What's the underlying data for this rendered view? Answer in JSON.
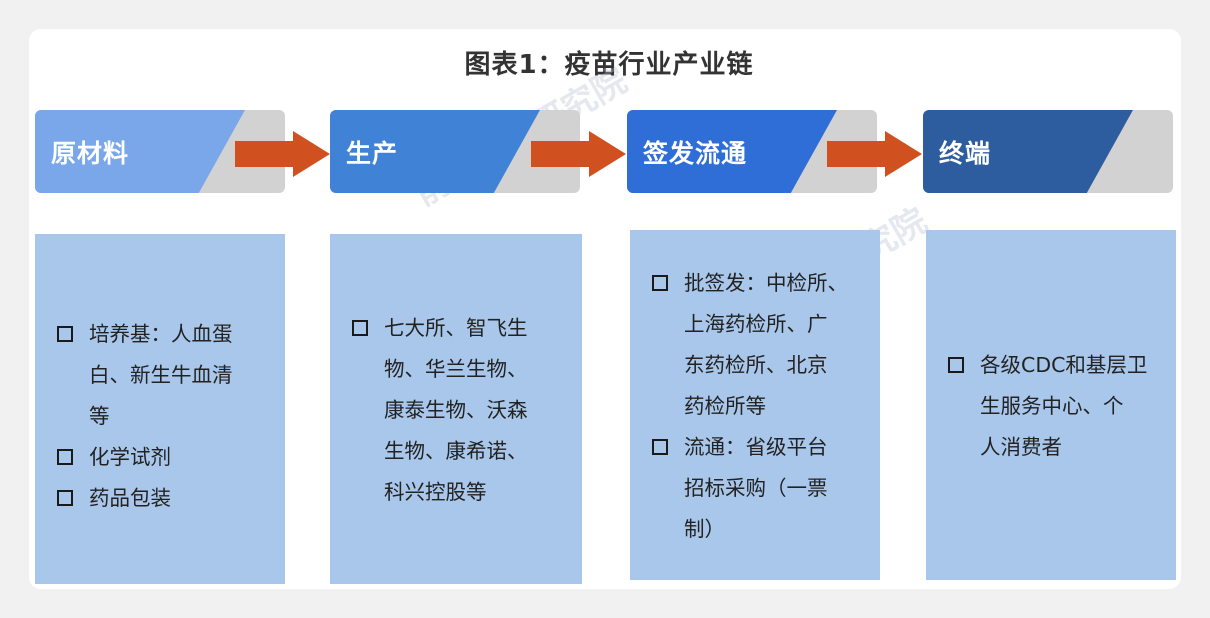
{
  "title": "图表1：疫苗行业产业链",
  "watermark": "前瞻产业研究院",
  "stages": [
    {
      "label": "原材料",
      "color": "#7aa6ea",
      "items": [
        [
          "培养基：人血蛋",
          "白、新生牛血清",
          "等"
        ],
        [
          "化学试剂"
        ],
        [
          "药品包装"
        ]
      ]
    },
    {
      "label": "生产",
      "color": "#3f82d6",
      "items": [
        [
          "七大所、智飞生",
          "物、华兰生物、",
          "康泰生物、沃森",
          "生物、康希诺、",
          "科兴控股等"
        ]
      ]
    },
    {
      "label": "签发流通",
      "color": "#2e6ed6",
      "items": [
        [
          "批签发：中检所、",
          "上海药检所、广",
          "东药检所、北京",
          "药检所等"
        ],
        [
          "流通：省级平台",
          "招标采购（一票",
          "制）"
        ]
      ]
    },
    {
      "label": "终端",
      "color": "#2d5d9f",
      "items": [
        [
          "各级CDC和基层卫",
          "生服务中心、个",
          "人消费者"
        ]
      ]
    }
  ],
  "colors": {
    "arrow": "#d0501f",
    "box": "#a9c7ea",
    "stage_bg": "#d2d2d2"
  }
}
